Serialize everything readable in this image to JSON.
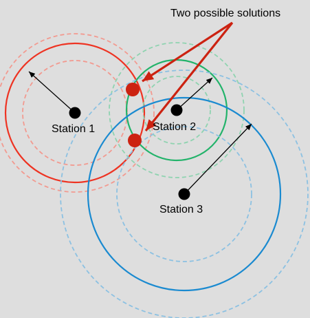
{
  "diagram": {
    "background": "#dedede",
    "colors": {
      "station1": "#ee3322",
      "station1_faint": "#f29a90",
      "station2": "#22b36a",
      "station2_faint": "#8fd3b0",
      "station3": "#1a8ad0",
      "station3_faint": "#8cc1e2",
      "solution": "#cc2211",
      "callout_arrow": "#cc2211",
      "station_dot": "#000000"
    },
    "callout": "Two possible solutions",
    "stations": [
      {
        "id": "station1",
        "label": "Station 1"
      },
      {
        "id": "station2",
        "label": "Station 2"
      },
      {
        "id": "station3",
        "label": "Station 3"
      }
    ]
  }
}
